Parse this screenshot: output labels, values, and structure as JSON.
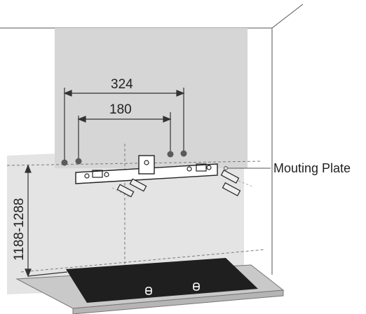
{
  "labels": {
    "dim_outer": "324",
    "dim_inner": "180",
    "dim_height": "1188-1288",
    "callout": "Mouting Plate"
  },
  "colors": {
    "wall": "#e4e4e4",
    "hood": "#d6d6d6",
    "plate": "#ffffff",
    "cooktop": "#1f1f1f",
    "counter": "#c9c9c9",
    "line": "#333333",
    "dot": "#5a5a5a"
  }
}
